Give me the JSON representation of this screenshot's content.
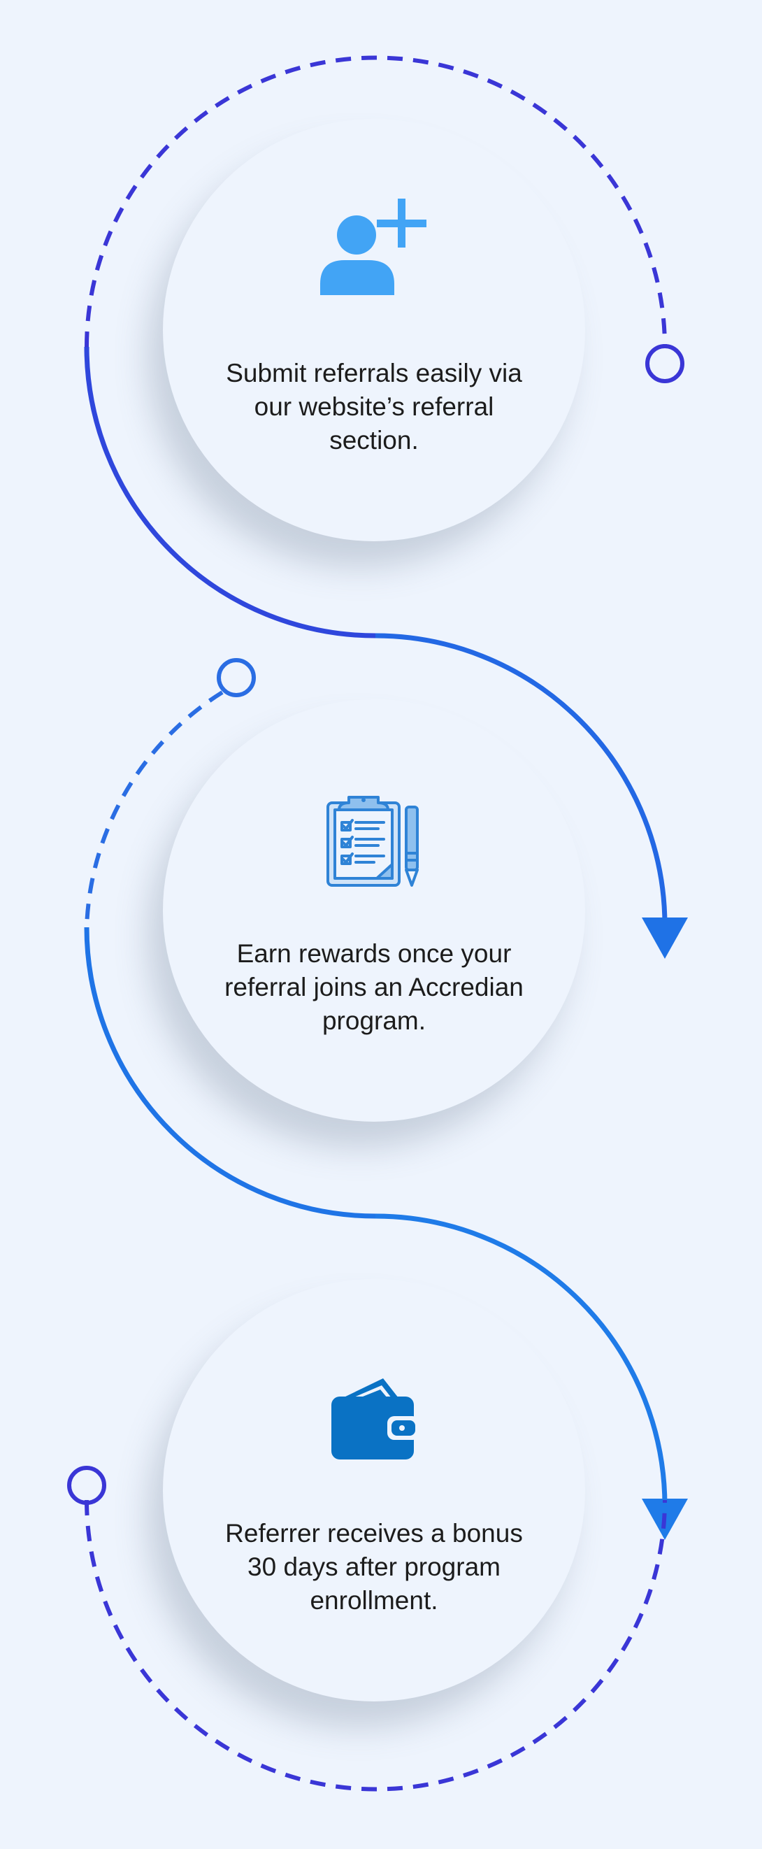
{
  "colors": {
    "background": "#eef4fd",
    "path_start": "#3a36d6",
    "path_end": "#1f7be8",
    "icon_person": "#42a4f5",
    "icon_clipboard": "#2f83d6",
    "icon_wallet": "#0a72c4"
  },
  "steps": [
    {
      "icon": "person-add-icon",
      "text": "Submit referrals easily via our website’s referral section."
    },
    {
      "icon": "clipboard-checklist-icon",
      "text": "Earn rewards once your referral joins an Accredian program."
    },
    {
      "icon": "wallet-icon",
      "text": "Referrer receives a bonus 30 days after program enrollment."
    }
  ]
}
